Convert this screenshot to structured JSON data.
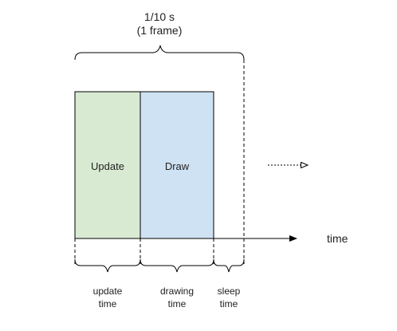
{
  "header": {
    "interval_label": "1/10 s",
    "frame_label": "(1 frame)"
  },
  "blocks": {
    "update": {
      "label": "Update",
      "color": "#d9ead3"
    },
    "draw": {
      "label": "Draw",
      "color": "#cfe2f3"
    },
    "stroke_color": "#000000"
  },
  "axis": {
    "label": "time"
  },
  "segments": {
    "update": {
      "line1": "update",
      "line2": "time"
    },
    "drawing": {
      "line1": "drawing",
      "line2": "time"
    },
    "sleep": {
      "line1": "sleep",
      "line2": "time"
    }
  }
}
